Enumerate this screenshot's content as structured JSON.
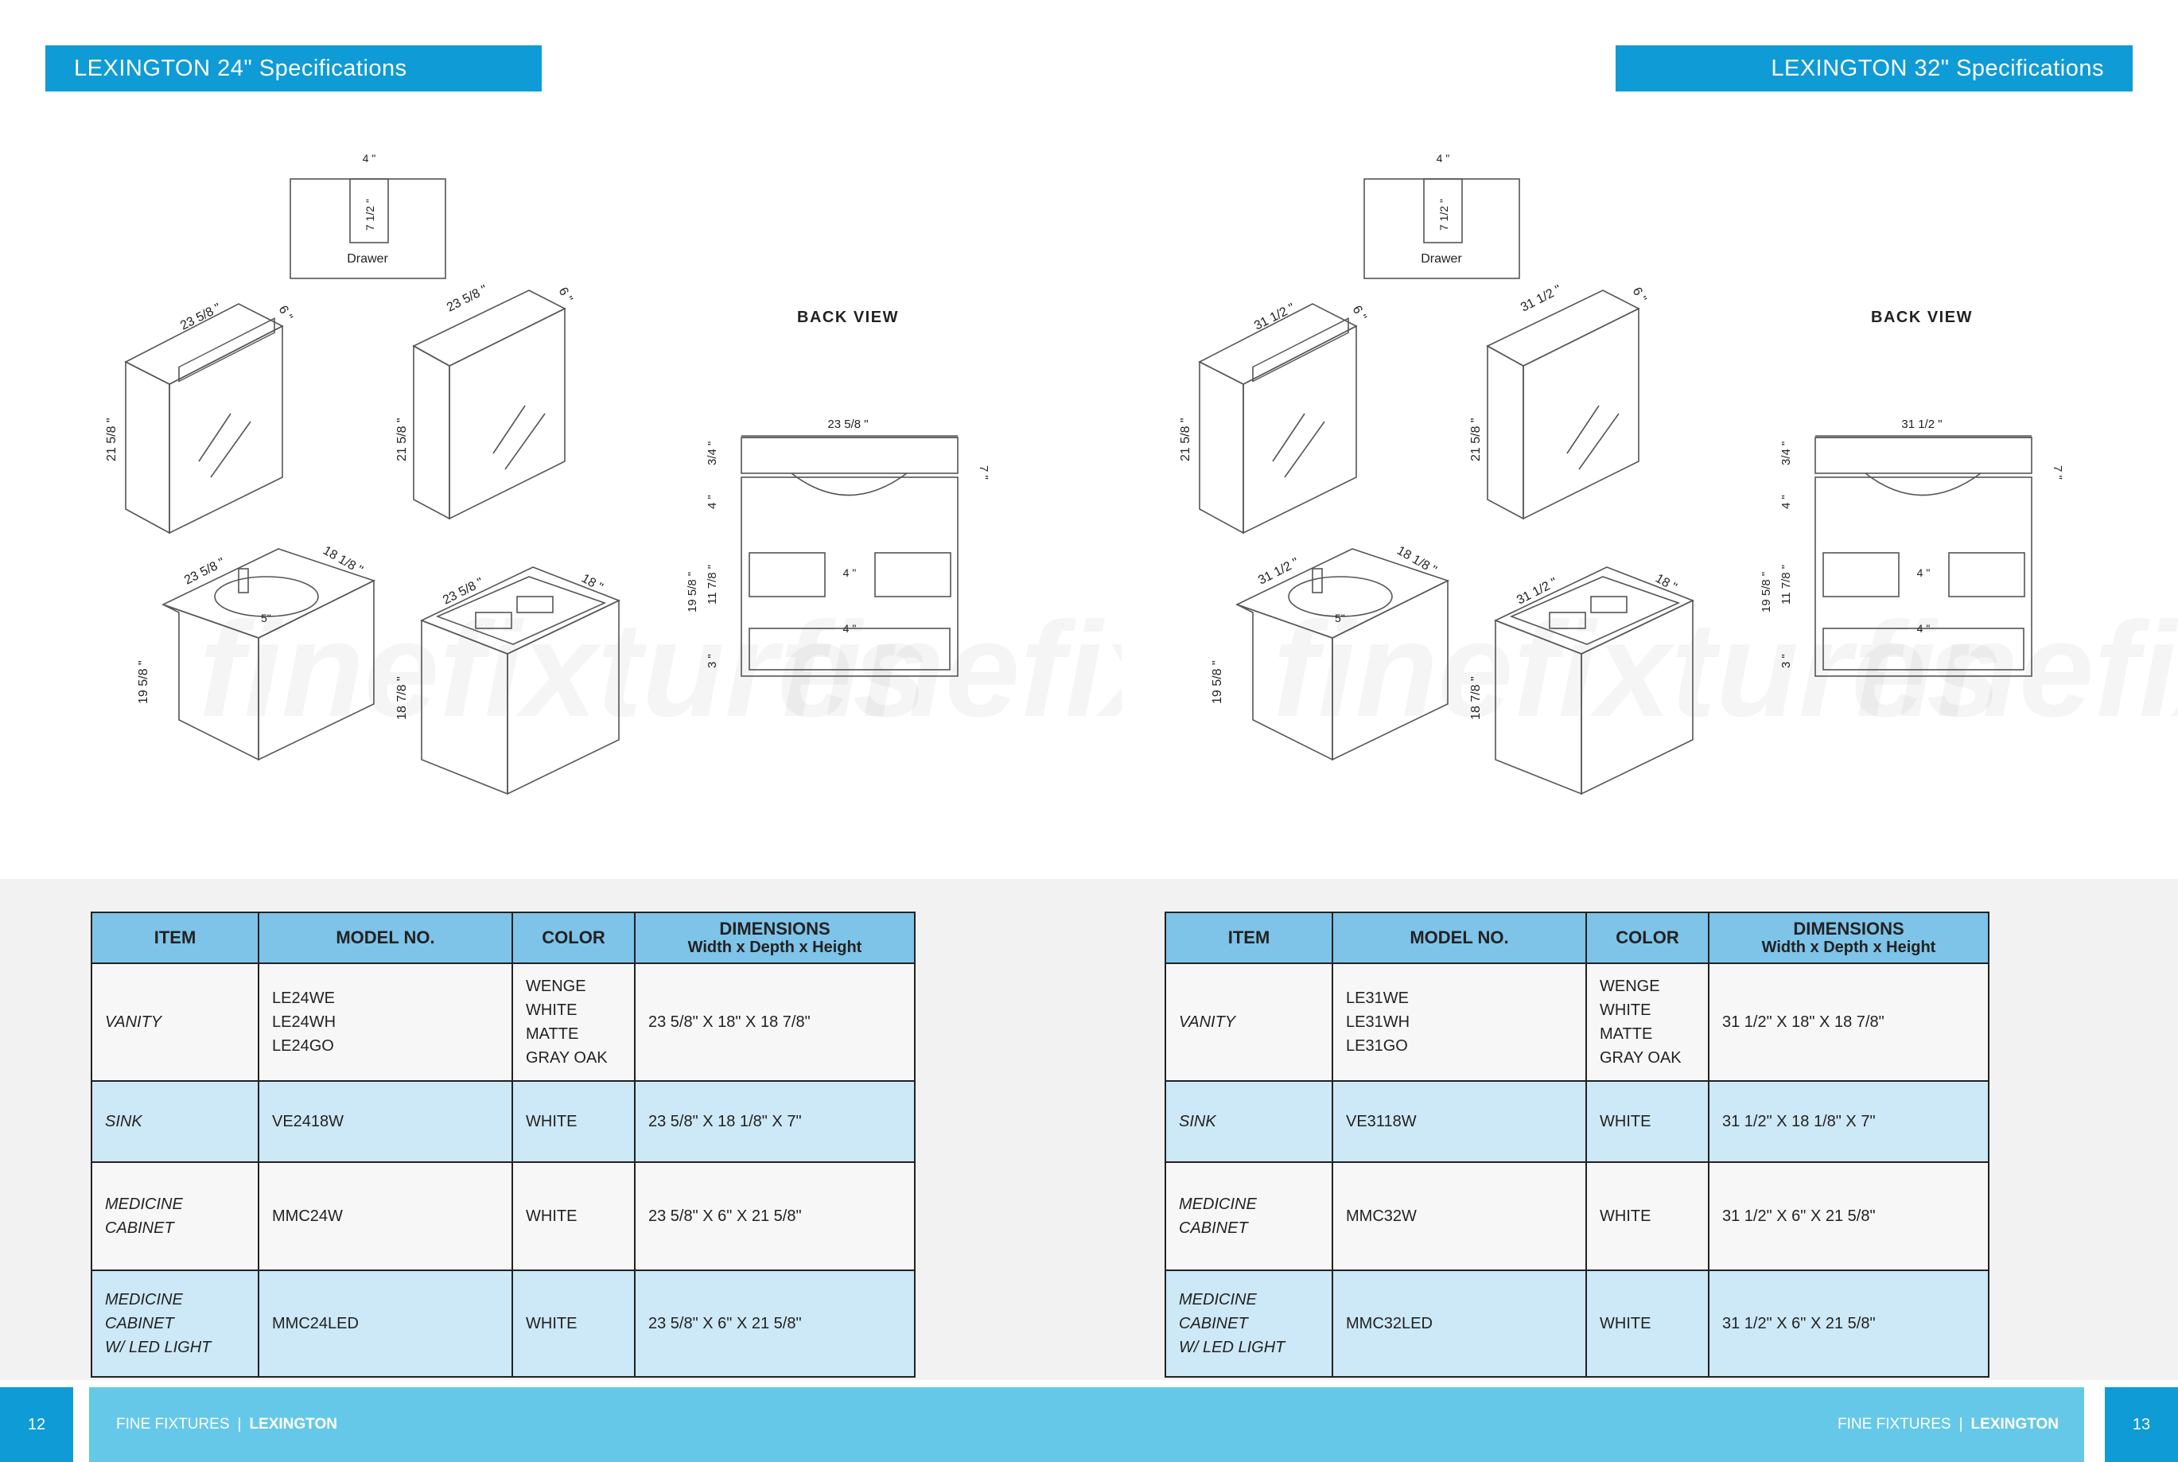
{
  "left": {
    "header": "LEXINGTON 24\" Specifications",
    "back_view_label": "BACK VIEW",
    "drawing_labels": {
      "drawer": "Drawer",
      "drawer_w": "4 \"",
      "drawer_h": "7 1/2 \"",
      "mc_width_1": "23 5/8 \"",
      "mc_depth_1": "6 \"",
      "mc_height_1": "21 5/8 \"",
      "mc_width_2": "23 5/8 \"",
      "mc_depth_2": "6 \"",
      "mc_height_2": "21 5/8 \"",
      "van_width_1": "23 5/8 \"",
      "van_depth_1": "18 1/8 \"",
      "van_height_1": "19 5/8 \"",
      "van_faucet": "5\"",
      "van_width_2": "23 5/8 \"",
      "van_depth_2": "18 \"",
      "van_height_2": "18 7/8 \"",
      "back_width": "23 5/8 \"",
      "back_top": "3/4 \"",
      "back_4a": "4 \"",
      "back_mid": "11 7/8 \"",
      "back_total": "19 5/8 \"",
      "back_bottom": "3 \"",
      "back_right": "7 \"",
      "back_inner_1": "4 \"",
      "back_inner_2": "4 \""
    },
    "table": {
      "headers": [
        "ITEM",
        "MODEL NO.",
        "COLOR",
        "DIMENSIONS"
      ],
      "dim_sub": "Width x Depth x Height",
      "rows": [
        {
          "item": [
            "VANITY"
          ],
          "model": [
            "LE24WE",
            "LE24WH",
            "LE24GO"
          ],
          "color": [
            "WENGE",
            "WHITE MATTE",
            "GRAY OAK"
          ],
          "dims": "23 5/8\" X 18\" X 18 7/8\""
        },
        {
          "item": [
            "SINK"
          ],
          "model": [
            "VE2418W"
          ],
          "color": [
            "WHITE"
          ],
          "dims": "23 5/8\" X 18 1/8\" X 7\""
        },
        {
          "item": [
            "MEDICINE",
            "CABINET"
          ],
          "model": [
            "MMC24W"
          ],
          "color": [
            "WHITE"
          ],
          "dims": "23 5/8\" X 6\" X 21 5/8\""
        },
        {
          "item": [
            "MEDICINE CABINET",
            "W/ LED LIGHT"
          ],
          "model": [
            "MMC24LED"
          ],
          "color": [
            "WHITE"
          ],
          "dims": "23 5/8\" X 6\" X 21 5/8\""
        }
      ]
    }
  },
  "right": {
    "header": "LEXINGTON 32\" Specifications",
    "back_view_label": "BACK VIEW",
    "drawing_labels": {
      "drawer": "Drawer",
      "drawer_w": "4 \"",
      "drawer_h": "7 1/2 \"",
      "mc_width_1": "31 1/2 \"",
      "mc_depth_1": "6 \"",
      "mc_height_1": "21 5/8 \"",
      "mc_width_2": "31 1/2 \"",
      "mc_depth_2": "6 \"",
      "mc_height_2": "21 5/8 \"",
      "van_width_1": "31 1/2 \"",
      "van_depth_1": "18 1/8 \"",
      "van_height_1": "19 5/8 \"",
      "van_faucet": "5\"",
      "van_width_2": "31 1/2 \"",
      "van_depth_2": "18 \"",
      "van_height_2": "18 7/8 \"",
      "back_width": "31 1/2 \"",
      "back_top": "3/4 \"",
      "back_4a": "4 \"",
      "back_mid": "11 7/8 \"",
      "back_total": "19 5/8 \"",
      "back_bottom": "3 \"",
      "back_right": "7 \"",
      "back_inner_1": "4 \"",
      "back_inner_2": "4 \""
    },
    "table": {
      "headers": [
        "ITEM",
        "MODEL NO.",
        "COLOR",
        "DIMENSIONS"
      ],
      "dim_sub": "Width x Depth x Height",
      "rows": [
        {
          "item": [
            "VANITY"
          ],
          "model": [
            "LE31WE",
            "LE31WH",
            "LE31GO"
          ],
          "color": [
            "WENGE",
            "WHITE MATTE",
            "GRAY OAK"
          ],
          "dims": "31 1/2\" X 18\" X 18 7/8\""
        },
        {
          "item": [
            "SINK"
          ],
          "model": [
            "VE3118W"
          ],
          "color": [
            "WHITE"
          ],
          "dims": "31 1/2\" X 18 1/8\" X 7\""
        },
        {
          "item": [
            "MEDICINE",
            "CABINET"
          ],
          "model": [
            "MMC32W"
          ],
          "color": [
            "WHITE"
          ],
          "dims": "31 1/2\" X 6\" X 21 5/8\""
        },
        {
          "item": [
            "MEDICINE CABINET",
            "W/ LED LIGHT"
          ],
          "model": [
            "MMC32LED"
          ],
          "color": [
            "WHITE"
          ],
          "dims": "31 1/2\" X 6\" X 21 5/8\""
        }
      ]
    }
  },
  "watermark": "finefixtures",
  "footer": {
    "page_left": "12",
    "page_right": "13",
    "brand": "FINE FIXTURES",
    "separator": "|",
    "line": "LEXINGTON"
  },
  "colors": {
    "header_blue": "#0f9bd6",
    "footer_blue": "#66c8e8",
    "table_header": "#7ec3e8",
    "row_blue": "#cde8f6",
    "band_gray": "#f2f2f2"
  }
}
